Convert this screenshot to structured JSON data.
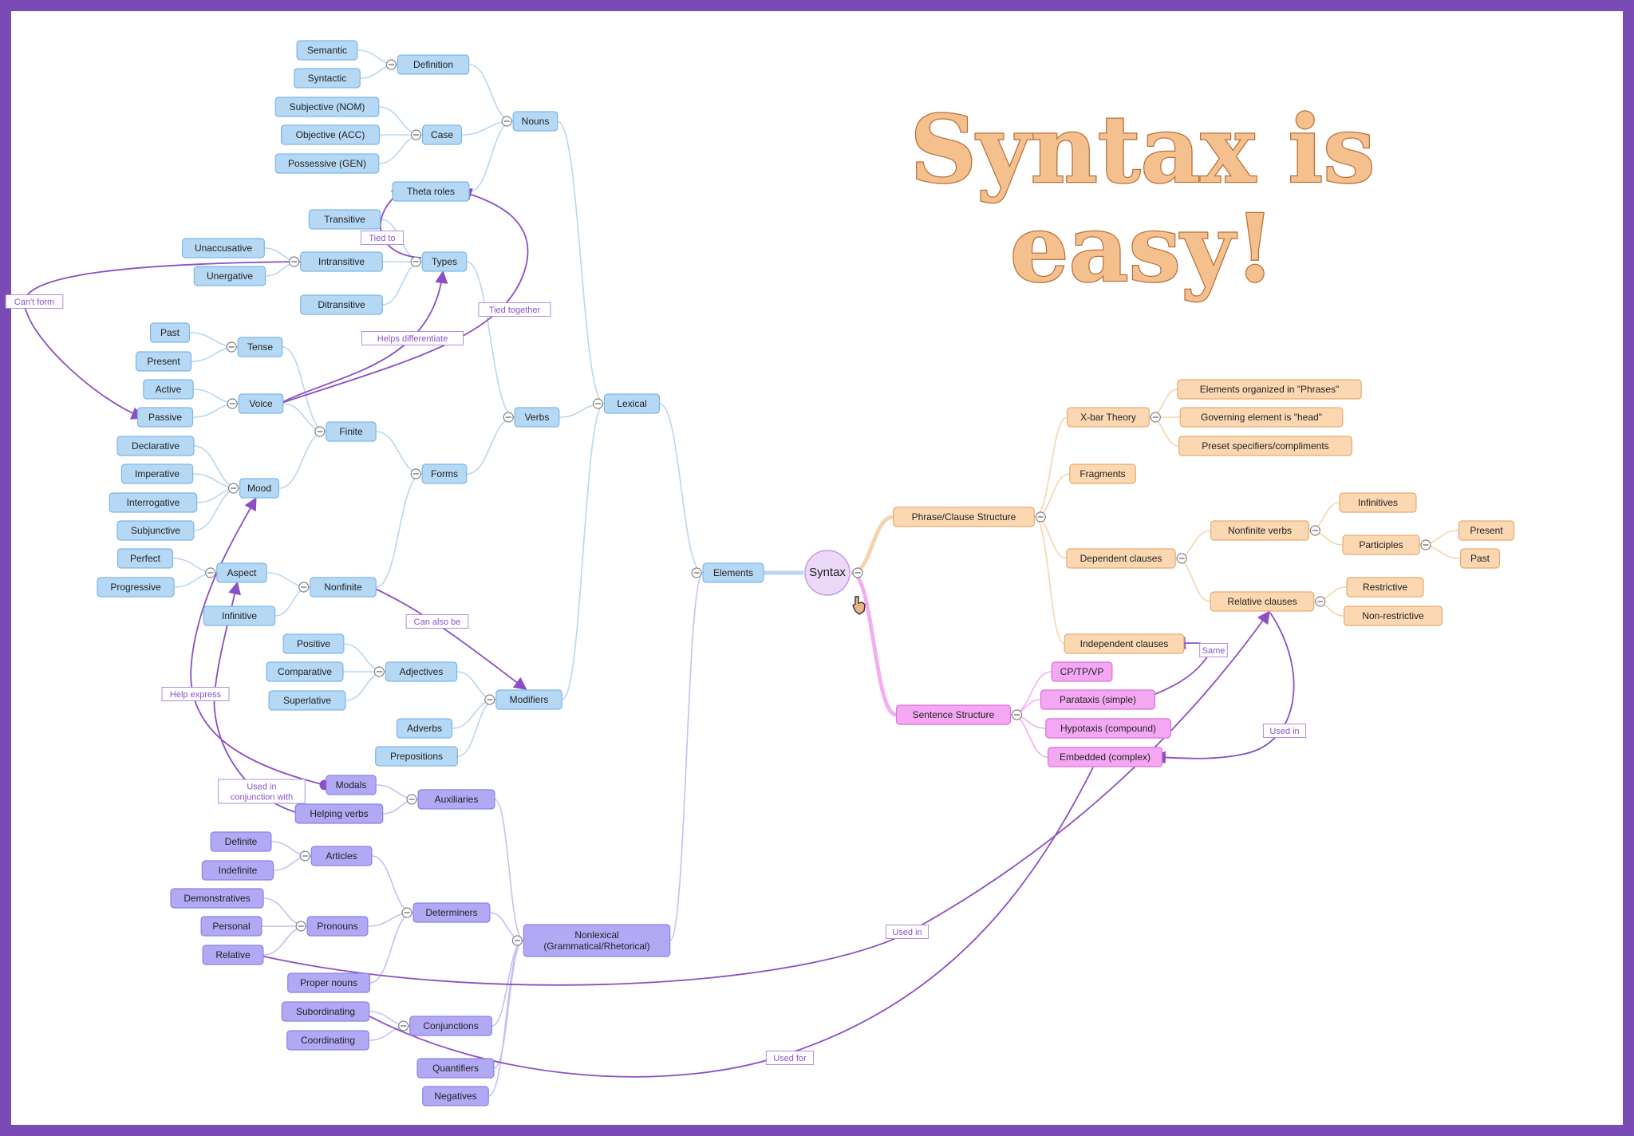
{
  "title": {
    "line1": "Syntax is",
    "line2": "easy!"
  },
  "colors": {
    "frame": "#7b4bb5",
    "blue_fill": "#b5d8f5",
    "blue_stroke": "#7fb6e6",
    "blue_line": "#b8d6f2",
    "orange_fill": "#fbd7b2",
    "orange_stroke": "#e8ab70",
    "orange_line": "#f6d3ae",
    "pink_fill": "#f4a8f3",
    "pink_stroke": "#dd6fd9",
    "pink_line": "#f3aef2",
    "purple_fill": "#b2a9f5",
    "purple_stroke": "#8f7fe8",
    "purple_line": "#c6bff3",
    "relation": "#8a4fc2"
  },
  "nodes": [
    {
      "id": "syntax",
      "label": "Syntax",
      "kind": "central"
    },
    {
      "id": "elements",
      "label": "Elements",
      "kind": "blue"
    },
    {
      "id": "lexical",
      "label": "Lexical",
      "kind": "blue"
    },
    {
      "id": "nouns",
      "label": "Nouns",
      "kind": "blue"
    },
    {
      "id": "definition",
      "label": "Definition",
      "kind": "blue"
    },
    {
      "id": "semantic",
      "label": "Semantic",
      "kind": "blue"
    },
    {
      "id": "syntactic",
      "label": "Syntactic",
      "kind": "blue"
    },
    {
      "id": "case",
      "label": "Case",
      "kind": "blue"
    },
    {
      "id": "nom",
      "label": "Subjective (NOM)",
      "kind": "blue"
    },
    {
      "id": "acc",
      "label": "Objective (ACC)",
      "kind": "blue"
    },
    {
      "id": "gen",
      "label": "Possessive (GEN)",
      "kind": "blue"
    },
    {
      "id": "theta",
      "label": "Theta roles",
      "kind": "blue"
    },
    {
      "id": "verbs",
      "label": "Verbs",
      "kind": "blue"
    },
    {
      "id": "types",
      "label": "Types",
      "kind": "blue"
    },
    {
      "id": "transitive",
      "label": "Transitive",
      "kind": "blue"
    },
    {
      "id": "intransitive",
      "label": "Intransitive",
      "kind": "blue"
    },
    {
      "id": "unaccusative",
      "label": "Unaccusative",
      "kind": "blue"
    },
    {
      "id": "unergative",
      "label": "Unergative",
      "kind": "blue"
    },
    {
      "id": "ditransitive",
      "label": "Ditransitive",
      "kind": "blue"
    },
    {
      "id": "forms",
      "label": "Forms",
      "kind": "blue"
    },
    {
      "id": "finite",
      "label": "Finite",
      "kind": "blue"
    },
    {
      "id": "tense",
      "label": "Tense",
      "kind": "blue"
    },
    {
      "id": "past",
      "label": "Past",
      "kind": "blue"
    },
    {
      "id": "present",
      "label": "Present",
      "kind": "blue"
    },
    {
      "id": "voice",
      "label": "Voice",
      "kind": "blue"
    },
    {
      "id": "active",
      "label": "Active",
      "kind": "blue"
    },
    {
      "id": "passive",
      "label": "Passive",
      "kind": "blue"
    },
    {
      "id": "mood",
      "label": "Mood",
      "kind": "blue"
    },
    {
      "id": "declarative",
      "label": "Declarative",
      "kind": "blue"
    },
    {
      "id": "imperative",
      "label": "Imperative",
      "kind": "blue"
    },
    {
      "id": "interrogative",
      "label": "Interrogative",
      "kind": "blue"
    },
    {
      "id": "subjunctive",
      "label": "Subjunctive",
      "kind": "blue"
    },
    {
      "id": "nonfinite",
      "label": "Nonfinite",
      "kind": "blue"
    },
    {
      "id": "aspect",
      "label": "Aspect",
      "kind": "blue"
    },
    {
      "id": "perfect",
      "label": "Perfect",
      "kind": "blue"
    },
    {
      "id": "progressive",
      "label": "Progressive",
      "kind": "blue"
    },
    {
      "id": "infinitive",
      "label": "Infinitive",
      "kind": "blue"
    },
    {
      "id": "modifiers",
      "label": "Modifiers",
      "kind": "blue"
    },
    {
      "id": "adjectives",
      "label": "Adjectives",
      "kind": "blue"
    },
    {
      "id": "positive",
      "label": "Positive",
      "kind": "blue"
    },
    {
      "id": "comparative",
      "label": "Comparative",
      "kind": "blue"
    },
    {
      "id": "superlative",
      "label": "Superlative",
      "kind": "blue"
    },
    {
      "id": "adverbs",
      "label": "Adverbs",
      "kind": "blue"
    },
    {
      "id": "prepositions",
      "label": "Prepositions",
      "kind": "blue"
    },
    {
      "id": "nonlexical",
      "label": "Nonlexical\n(Grammatical/Rhetorical)",
      "kind": "purple"
    },
    {
      "id": "auxiliaries",
      "label": "Auxiliaries",
      "kind": "purple"
    },
    {
      "id": "modals",
      "label": "Modals",
      "kind": "purple"
    },
    {
      "id": "helping",
      "label": "Helping verbs",
      "kind": "purple"
    },
    {
      "id": "determiners",
      "label": "Determiners",
      "kind": "purple"
    },
    {
      "id": "articles",
      "label": "Articles",
      "kind": "purple"
    },
    {
      "id": "definite",
      "label": "Definite",
      "kind": "purple"
    },
    {
      "id": "indefinite",
      "label": "Indefinite",
      "kind": "purple"
    },
    {
      "id": "pronouns",
      "label": "Pronouns",
      "kind": "purple"
    },
    {
      "id": "demonstratives",
      "label": "Demonstratives",
      "kind": "purple"
    },
    {
      "id": "personal",
      "label": "Personal",
      "kind": "purple"
    },
    {
      "id": "relative",
      "label": "Relative",
      "kind": "purple"
    },
    {
      "id": "proper",
      "label": "Proper nouns",
      "kind": "purple"
    },
    {
      "id": "conjunctions",
      "label": "Conjunctions",
      "kind": "purple"
    },
    {
      "id": "subordinating",
      "label": "Subordinating",
      "kind": "purple"
    },
    {
      "id": "coordinating",
      "label": "Coordinating",
      "kind": "purple"
    },
    {
      "id": "quantifiers",
      "label": "Quantifiers",
      "kind": "purple"
    },
    {
      "id": "negatives",
      "label": "Negatives",
      "kind": "purple"
    },
    {
      "id": "phrase",
      "label": "Phrase/Clause Structure",
      "kind": "orange"
    },
    {
      "id": "xbar",
      "label": "X-bar Theory",
      "kind": "orange"
    },
    {
      "id": "xb1",
      "label": "Elements organized in \"Phrases\"",
      "kind": "orange"
    },
    {
      "id": "xb2",
      "label": "Governing element is \"head\"",
      "kind": "orange"
    },
    {
      "id": "xb3",
      "label": "Preset specifiers/compliments",
      "kind": "orange"
    },
    {
      "id": "fragments",
      "label": "Fragments",
      "kind": "orange"
    },
    {
      "id": "dependent",
      "label": "Dependent clauses",
      "kind": "orange"
    },
    {
      "id": "nonfiniteverbs",
      "label": "Nonfinite verbs",
      "kind": "orange"
    },
    {
      "id": "infinitives",
      "label": "Infinitives",
      "kind": "orange"
    },
    {
      "id": "participles",
      "label": "Participles",
      "kind": "orange"
    },
    {
      "id": "ppresent",
      "label": "Present",
      "kind": "orange"
    },
    {
      "id": "ppast",
      "label": "Past",
      "kind": "orange"
    },
    {
      "id": "relclauses",
      "label": "Relative clauses",
      "kind": "orange"
    },
    {
      "id": "restrictive",
      "label": "Restrictive",
      "kind": "orange"
    },
    {
      "id": "nonrestrictive",
      "label": "Non-restrictive",
      "kind": "orange"
    },
    {
      "id": "independent",
      "label": "Independent clauses",
      "kind": "orange"
    },
    {
      "id": "sentence",
      "label": "Sentence Structure",
      "kind": "pink"
    },
    {
      "id": "cptpvp",
      "label": "CP/TP/VP",
      "kind": "pink"
    },
    {
      "id": "parataxis",
      "label": "Parataxis (simple)",
      "kind": "pink"
    },
    {
      "id": "hypotaxis",
      "label": "Hypotaxis (compound)",
      "kind": "pink"
    },
    {
      "id": "embedded",
      "label": "Embedded (complex)",
      "kind": "pink"
    }
  ],
  "tree": [
    [
      "syntax",
      "elements"
    ],
    [
      "elements",
      "lexical"
    ],
    [
      "elements",
      "nonlexical"
    ],
    [
      "lexical",
      "nouns"
    ],
    [
      "lexical",
      "verbs"
    ],
    [
      "lexical",
      "modifiers"
    ],
    [
      "nouns",
      "definition"
    ],
    [
      "nouns",
      "case"
    ],
    [
      "nouns",
      "theta"
    ],
    [
      "definition",
      "semantic"
    ],
    [
      "definition",
      "syntactic"
    ],
    [
      "case",
      "nom"
    ],
    [
      "case",
      "acc"
    ],
    [
      "case",
      "gen"
    ],
    [
      "verbs",
      "types"
    ],
    [
      "verbs",
      "forms"
    ],
    [
      "types",
      "transitive"
    ],
    [
      "types",
      "intransitive"
    ],
    [
      "types",
      "ditransitive"
    ],
    [
      "intransitive",
      "unaccusative"
    ],
    [
      "intransitive",
      "unergative"
    ],
    [
      "forms",
      "finite"
    ],
    [
      "forms",
      "nonfinite"
    ],
    [
      "finite",
      "tense"
    ],
    [
      "finite",
      "voice"
    ],
    [
      "finite",
      "mood"
    ],
    [
      "tense",
      "past"
    ],
    [
      "tense",
      "present"
    ],
    [
      "voice",
      "active"
    ],
    [
      "voice",
      "passive"
    ],
    [
      "mood",
      "declarative"
    ],
    [
      "mood",
      "imperative"
    ],
    [
      "mood",
      "interrogative"
    ],
    [
      "mood",
      "subjunctive"
    ],
    [
      "nonfinite",
      "aspect"
    ],
    [
      "nonfinite",
      "infinitive"
    ],
    [
      "aspect",
      "perfect"
    ],
    [
      "aspect",
      "progressive"
    ],
    [
      "modifiers",
      "adjectives"
    ],
    [
      "modifiers",
      "adverbs"
    ],
    [
      "modifiers",
      "prepositions"
    ],
    [
      "adjectives",
      "positive"
    ],
    [
      "adjectives",
      "comparative"
    ],
    [
      "adjectives",
      "superlative"
    ],
    [
      "nonlexical",
      "auxiliaries"
    ],
    [
      "nonlexical",
      "determiners"
    ],
    [
      "nonlexical",
      "conjunctions"
    ],
    [
      "nonlexical",
      "quantifiers"
    ],
    [
      "nonlexical",
      "negatives"
    ],
    [
      "auxiliaries",
      "modals"
    ],
    [
      "auxiliaries",
      "helping"
    ],
    [
      "determiners",
      "articles"
    ],
    [
      "determiners",
      "pronouns"
    ],
    [
      "determiners",
      "proper"
    ],
    [
      "articles",
      "definite"
    ],
    [
      "articles",
      "indefinite"
    ],
    [
      "pronouns",
      "demonstratives"
    ],
    [
      "pronouns",
      "personal"
    ],
    [
      "pronouns",
      "relative"
    ],
    [
      "conjunctions",
      "subordinating"
    ],
    [
      "conjunctions",
      "coordinating"
    ],
    [
      "syntax",
      "phrase"
    ],
    [
      "syntax",
      "sentence"
    ],
    [
      "phrase",
      "xbar"
    ],
    [
      "phrase",
      "fragments"
    ],
    [
      "phrase",
      "dependent"
    ],
    [
      "phrase",
      "independent"
    ],
    [
      "xbar",
      "xb1"
    ],
    [
      "xbar",
      "xb2"
    ],
    [
      "xbar",
      "xb3"
    ],
    [
      "dependent",
      "nonfiniteverbs"
    ],
    [
      "dependent",
      "relclauses"
    ],
    [
      "nonfiniteverbs",
      "infinitives"
    ],
    [
      "nonfiniteverbs",
      "participles"
    ],
    [
      "participles",
      "ppresent"
    ],
    [
      "participles",
      "ppast"
    ],
    [
      "relclauses",
      "restrictive"
    ],
    [
      "relclauses",
      "nonrestrictive"
    ],
    [
      "sentence",
      "cptpvp"
    ],
    [
      "sentence",
      "parataxis"
    ],
    [
      "sentence",
      "hypotaxis"
    ],
    [
      "sentence",
      "embedded"
    ]
  ],
  "relations": [
    {
      "id": "r-tiedto",
      "label": "Tied to"
    },
    {
      "id": "r-cantform",
      "label": "Can't form"
    },
    {
      "id": "r-helpsdiff",
      "label": "Helps differentiate"
    },
    {
      "id": "r-tiedtogether",
      "label": "Tied together"
    },
    {
      "id": "r-canalsobe",
      "label": "Can also be"
    },
    {
      "id": "r-helpexpress",
      "label": "Help express"
    },
    {
      "id": "r-usedinconj",
      "label": "Used in\nconjunction with"
    },
    {
      "id": "r-usedin1",
      "label": "Used in"
    },
    {
      "id": "r-usedfor",
      "label": "Used for"
    },
    {
      "id": "r-same",
      "label": "Same"
    },
    {
      "id": "r-usedin2",
      "label": "Used in"
    }
  ]
}
